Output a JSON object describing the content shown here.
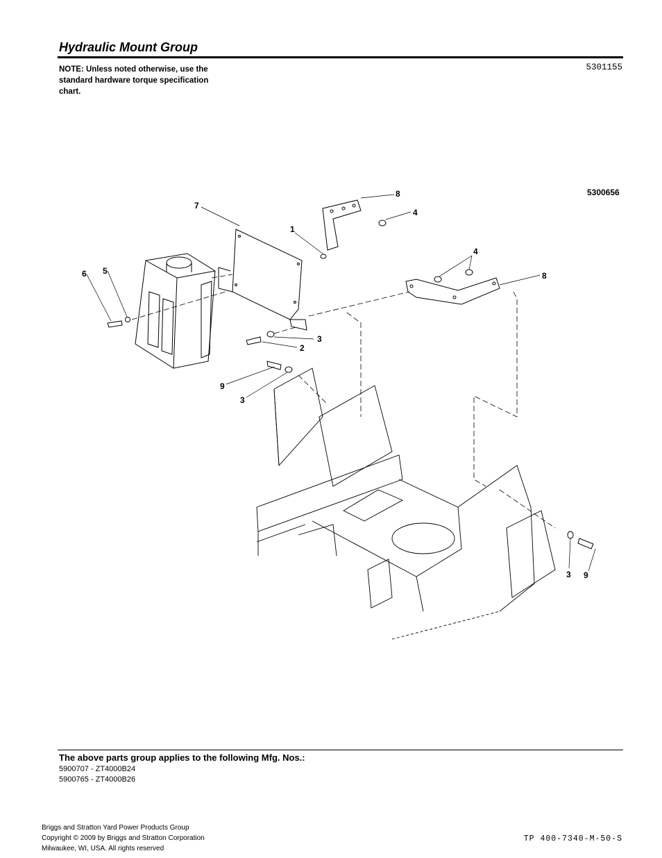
{
  "header": {
    "title": "Hydraulic Mount Group",
    "doc_number": "5301155"
  },
  "note": "NOTE: Unless noted otherwise, use the standard hardware torque specification chart.",
  "figure": {
    "figure_id": "5300656",
    "callouts": [
      {
        "label": "1"
      },
      {
        "label": "2"
      },
      {
        "label": "3"
      },
      {
        "label": "3"
      },
      {
        "label": "3"
      },
      {
        "label": "4"
      },
      {
        "label": "4"
      },
      {
        "label": "5"
      },
      {
        "label": "6"
      },
      {
        "label": "7"
      },
      {
        "label": "8"
      },
      {
        "label": "8"
      },
      {
        "label": "9"
      },
      {
        "label": "9"
      }
    ]
  },
  "applies": {
    "heading": "The above parts group applies to the following Mfg. Nos.:",
    "items": [
      "5900707 - ZT4000B24",
      "5900765 - ZT4000B26"
    ]
  },
  "footer": {
    "line1": "Briggs and Stratton Yard Power Products Group",
    "line2": "Copyright ©  2009 by Briggs and Stratton Corporation",
    "line3": "Milwaukee, WI, USA. All rights reserved",
    "tp_number": "TP 400-7340-M-50-S"
  }
}
